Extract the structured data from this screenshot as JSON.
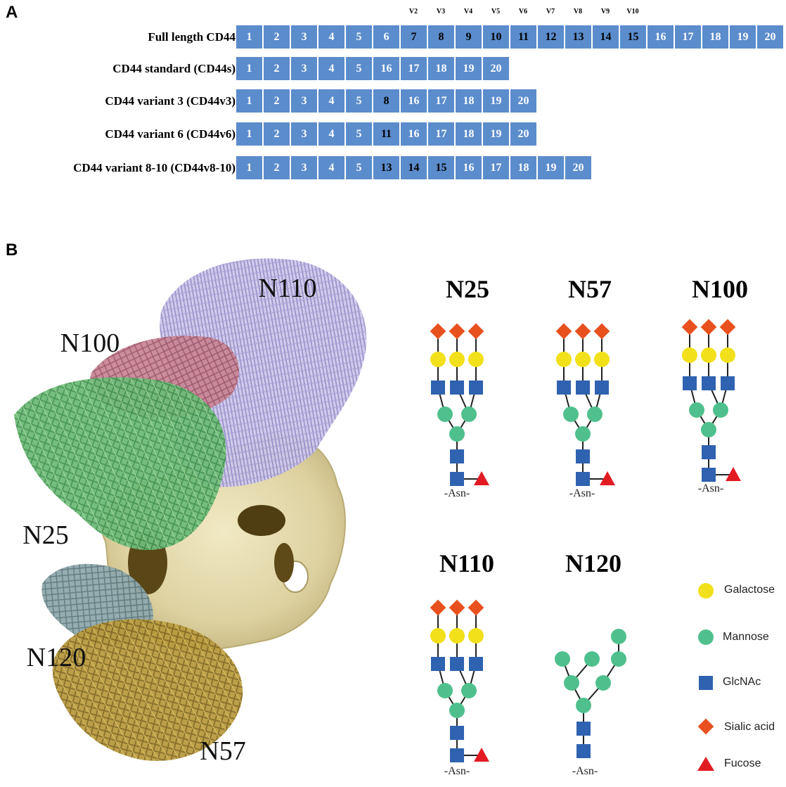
{
  "panel_a": {
    "letter": "A",
    "variant_labels": [
      "V2",
      "V3",
      "V4",
      "V5",
      "V6",
      "V7",
      "V8",
      "V9",
      "V10"
    ],
    "rows": [
      {
        "label": "Full length CD44",
        "exons": [
          1,
          2,
          3,
          4,
          5,
          6,
          7,
          8,
          9,
          10,
          11,
          12,
          13,
          14,
          15,
          16,
          17,
          18,
          19,
          20
        ],
        "variant_exons": [
          7,
          8,
          9,
          10,
          11,
          12,
          13,
          14,
          15
        ]
      },
      {
        "label": "CD44 standard (CD44s)",
        "exons": [
          1,
          2,
          3,
          4,
          5,
          16,
          17,
          18,
          19,
          20
        ],
        "variant_exons": []
      },
      {
        "label": "CD44 variant 3 (CD44v3)",
        "exons": [
          1,
          2,
          3,
          4,
          5,
          8,
          16,
          17,
          18,
          19,
          20
        ],
        "variant_exons": [
          8
        ]
      },
      {
        "label": "CD44 variant 6 (CD44v6)",
        "exons": [
          1,
          2,
          3,
          4,
          5,
          11,
          16,
          17,
          18,
          19,
          20
        ],
        "variant_exons": [
          11
        ]
      },
      {
        "label": "CD44 variant 8-10 (CD44v8-10)",
        "exons": [
          1,
          2,
          3,
          4,
          5,
          13,
          14,
          15,
          16,
          17,
          18,
          19,
          20
        ],
        "variant_exons": [
          13,
          14,
          15
        ]
      }
    ]
  },
  "panel_b": {
    "letter": "B",
    "site_tags": {
      "n110": {
        "text": "N110",
        "color": "#c9c3e3"
      },
      "n100": {
        "text": "N100",
        "color": "#f4b7c6"
      },
      "n25": {
        "text": "N25",
        "color": "#bfe0b3"
      },
      "n120": {
        "text": "N120",
        "color": "#cde9ec"
      },
      "n57": {
        "text": "N57",
        "color": "#f6dc86"
      }
    },
    "glycans": {
      "n25": {
        "title": "N25",
        "asn": "-Asn-"
      },
      "n57": {
        "title": "N57",
        "asn": "-Asn-"
      },
      "n100": {
        "title": "N100",
        "asn": "-Asn-"
      },
      "n110": {
        "title": "N110",
        "asn": "-Asn-"
      },
      "n120": {
        "title": "N120",
        "asn": "-Asn-"
      }
    },
    "legend": {
      "galactose": "Galactose",
      "mannose": "Mannose",
      "glcnac": "GlcNAc",
      "sialic_acid": "Sialic acid",
      "fucose": "Fucose"
    },
    "colors": {
      "galactose": "#f2e01a",
      "mannose": "#4fc08d",
      "glcnac": "#2f62b0",
      "sialic_acid": "#e8501e",
      "fucose": "#e21b23",
      "exon": "#5b8ccc",
      "protein_surface": "#e6dcae"
    }
  }
}
